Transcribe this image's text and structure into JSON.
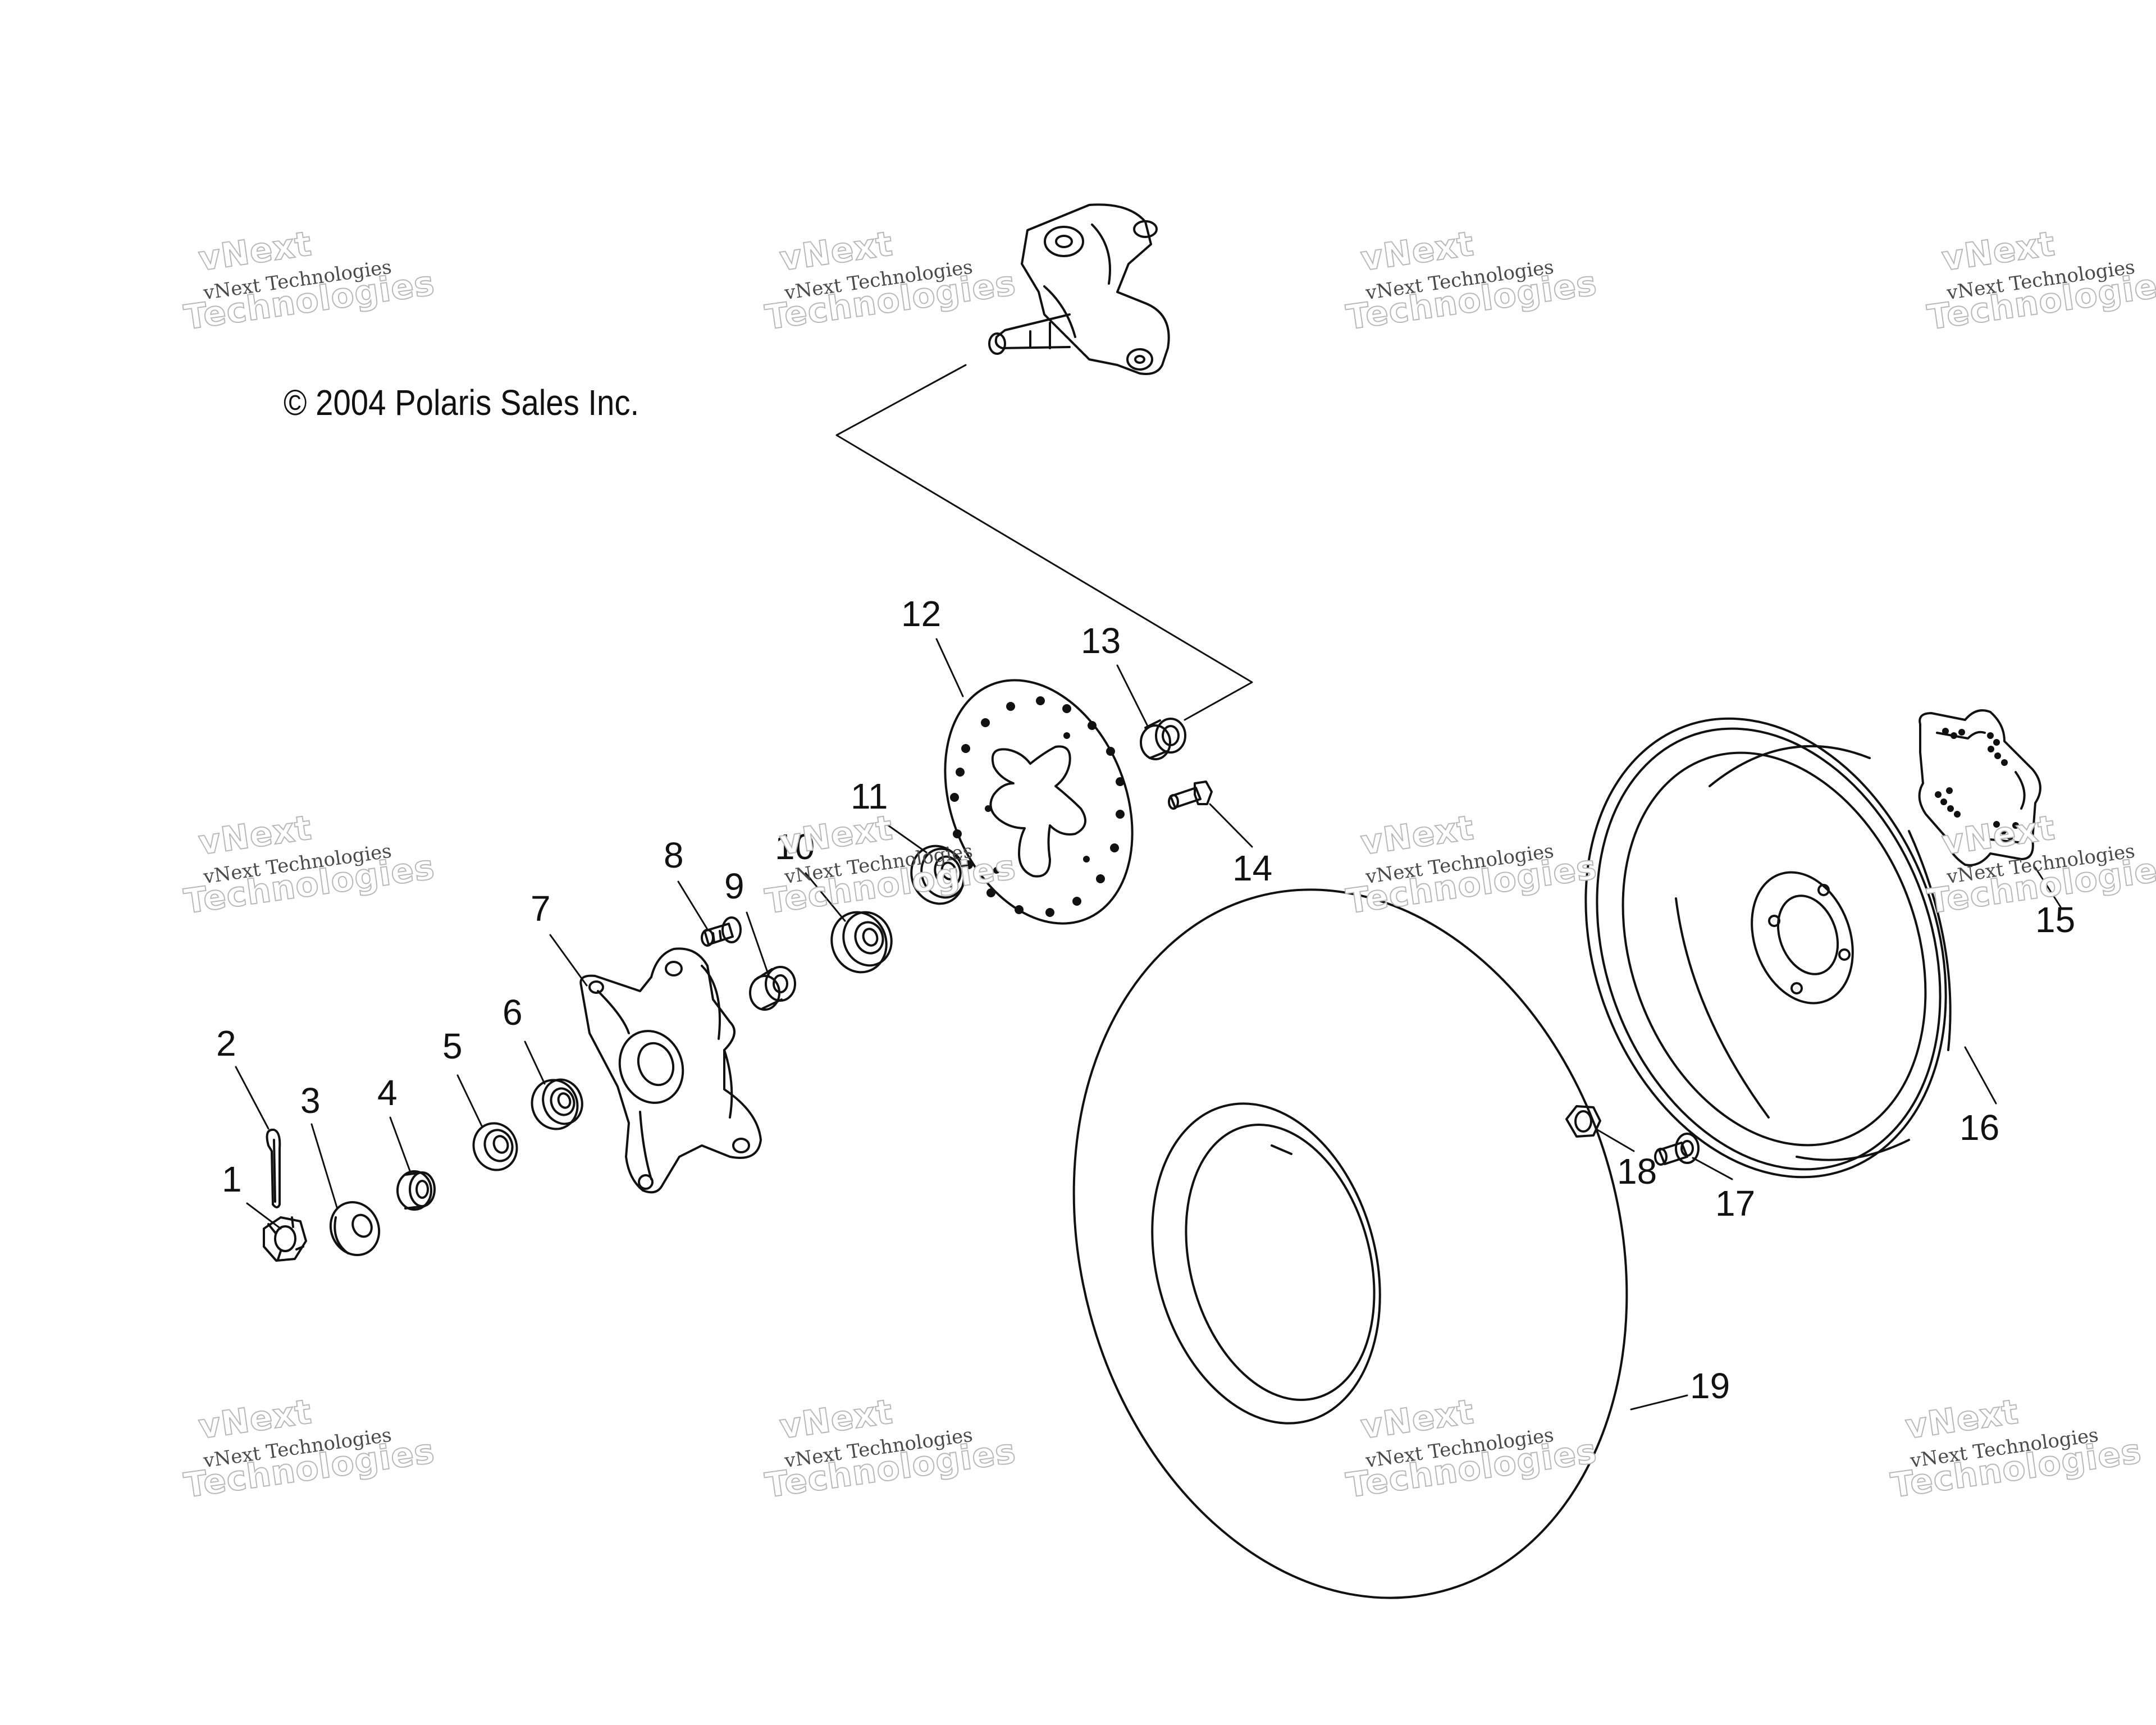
{
  "copyright": "© 2004 Polaris Sales Inc.",
  "watermark": {
    "line_small": "vNext Technologies",
    "line_big_1": "vNext",
    "line_big_2": "Technologies"
  },
  "callouts": [
    "1",
    "2",
    "3",
    "4",
    "5",
    "6",
    "7",
    "8",
    "9",
    "10",
    "11",
    "12",
    "13",
    "14",
    "15",
    "16",
    "17",
    "18",
    "19"
  ]
}
